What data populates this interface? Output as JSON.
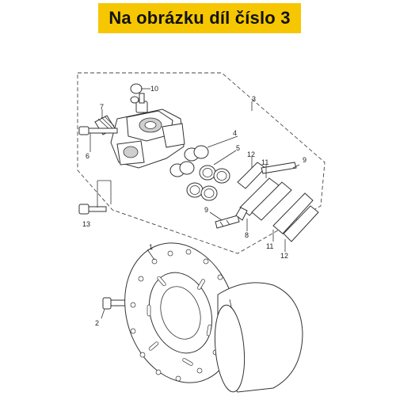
{
  "banner": {
    "text": "Na obrázku díl číslo 3",
    "color": "#f6c700"
  },
  "labels": {
    "l1": "1",
    "l2": "2",
    "l3": "3",
    "l4": "4",
    "l5": "5",
    "l6": "6",
    "l7": "7",
    "l8": "8",
    "l9a": "9",
    "l9b": "9",
    "l10": "10",
    "l11a": "11",
    "l11b": "11",
    "l12a": "12",
    "l12b": "12",
    "l13": "13"
  }
}
